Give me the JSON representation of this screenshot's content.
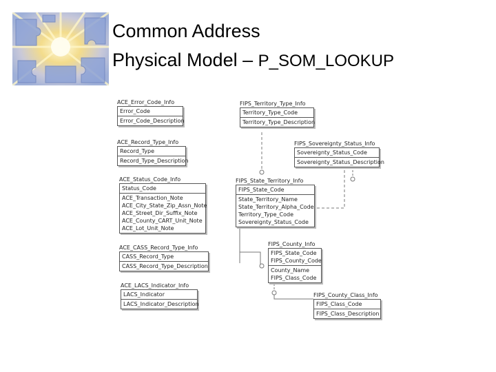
{
  "title": {
    "line1": "Common Address",
    "line2_main": "Physical Model – ",
    "line2_sub": "P_SOM_LOOKUP"
  },
  "logo": {
    "icon": "puzzle-logo-icon"
  },
  "entities": {
    "ace_error_code_info": {
      "name": "ACE_Error_Code_Info",
      "keys": [
        "Error_Code"
      ],
      "attrs": [
        "Error_Code_Description"
      ]
    },
    "ace_record_type_info": {
      "name": "ACE_Record_Type_Info",
      "keys": [
        "Record_Type"
      ],
      "attrs": [
        "Record_Type_Description"
      ]
    },
    "ace_status_code_info": {
      "name": "ACE_Status_Code_Info",
      "keys": [
        "Status_Code"
      ],
      "attrs": [
        "ACE_Transaction_Note",
        "ACE_City_State_Zip_Assn_Note",
        "ACE_Street_Dir_Suffix_Note",
        "ACE_County_CART_Unit_Note",
        "ACE_Lot_Unit_Note"
      ]
    },
    "ace_cass_record_type_info": {
      "name": "ACE_CASS_Record_Type_Info",
      "keys": [
        "CASS_Record_Type"
      ],
      "attrs": [
        "CASS_Record_Type_Description"
      ]
    },
    "ace_lacs_indicator_info": {
      "name": "ACE_LACS_Indicator_Info",
      "keys": [
        "LACS_Indicator"
      ],
      "attrs": [
        "LACS_Indicator_Description"
      ]
    },
    "fips_territory_type_info": {
      "name": "FIPS_Territory_Type_Info",
      "keys": [
        "Territory_Type_Code"
      ],
      "attrs": [
        "Territory_Type_Description"
      ]
    },
    "fips_sovereignty_status_info": {
      "name": "FIPS_Sovereignty_Status_Info",
      "keys": [
        "Sovereignty_Status_Code"
      ],
      "attrs": [
        "Sovereignty_Status_Description"
      ]
    },
    "fips_state_territory_info": {
      "name": "FIPS_State_Territory_Info",
      "keys": [
        "FIPS_State_Code"
      ],
      "attrs": [
        "State_Territory_Name",
        "State_Territory_Alpha_Code",
        "Territory_Type_Code",
        "Sovereignty_Status_Code"
      ]
    },
    "fips_county_info": {
      "name": "FIPS_County_Info",
      "keys": [
        "FIPS_State_Code",
        "FIPS_County_Code"
      ],
      "attrs": [
        "County_Name",
        "FIPS_Class_Code"
      ]
    },
    "fips_county_class_info": {
      "name": "FIPS_County_Class_Info",
      "keys": [
        "FIPS_Class_Code"
      ],
      "attrs": [
        "FIPS_Class_Description"
      ]
    }
  }
}
